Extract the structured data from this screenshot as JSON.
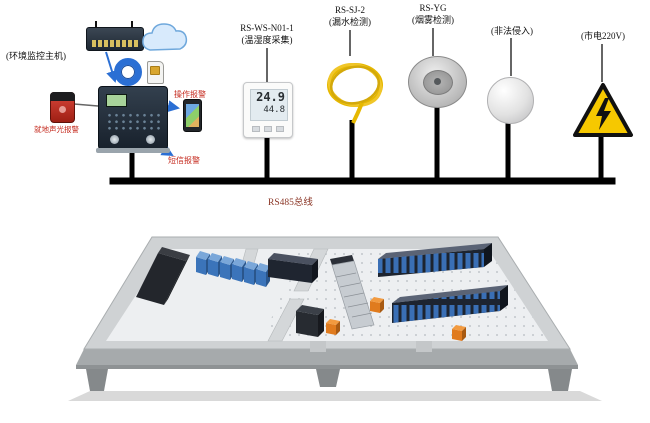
{
  "diagram": {
    "host_label": "(环境监控主机)",
    "alarm_label": "就地声光报警",
    "phone_label": "操作报警",
    "sms_label": "短信报警",
    "bus_label": "RS485总线",
    "sensors": {
      "temp": {
        "title": "RS-WS-N01-1",
        "subtitle": "(温湿度采集)",
        "display_top": "24.9",
        "display_bottom": "44.8"
      },
      "leak": {
        "title": "RS-SJ-2",
        "subtitle": "(漏水检测)"
      },
      "smoke": {
        "title": "RS-YG",
        "subtitle": "(烟雾检测)"
      },
      "intrusion": {
        "title": "(非法侵入)"
      },
      "power": {
        "title": "(市电220V)"
      }
    },
    "colors": {
      "bus_line": "#000000",
      "arrow_blue": "#2b6fd4",
      "alarm_red": "#c52a1e",
      "cable_yellow": "#e6b800",
      "warning_yellow": "#f6c800",
      "bus_label_color": "#8b3626"
    }
  }
}
